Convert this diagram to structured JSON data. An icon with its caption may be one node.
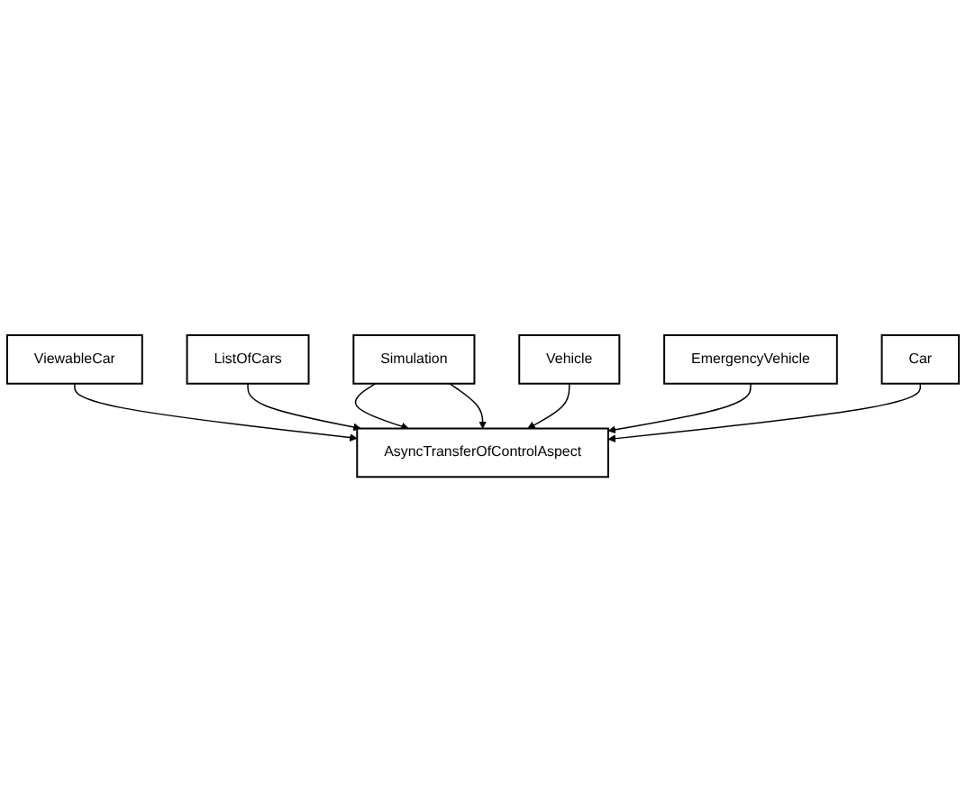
{
  "diagram": {
    "nodes": [
      {
        "text": [
          "ViewableCar"
        ]
      },
      {
        "text": [
          "ListOfCars"
        ]
      },
      {
        "text": [
          "Simulation"
        ]
      },
      {
        "text": [
          "AsyncTransferOfControlAspect"
        ]
      },
      {
        "text": [
          "Vehicle"
        ]
      },
      {
        "text": [
          "EmergencyVehicle"
        ]
      },
      {
        "text": [
          "Car"
        ]
      }
    ],
    "edges": [
      {
        "from": 0,
        "to": 3,
        "arrow": "to"
      },
      {
        "from": 1,
        "to": 3,
        "arrow": "to"
      },
      {
        "from": 2,
        "to": 3,
        "arrow": "to"
      },
      {
        "from": 2,
        "to": 3,
        "arrow": "to"
      },
      {
        "from": 4,
        "to": 3,
        "arrow": "to"
      },
      {
        "from": 5,
        "to": 3,
        "arrow": "to"
      },
      {
        "from": 6,
        "to": 3,
        "arrow": "to"
      }
    ]
  }
}
